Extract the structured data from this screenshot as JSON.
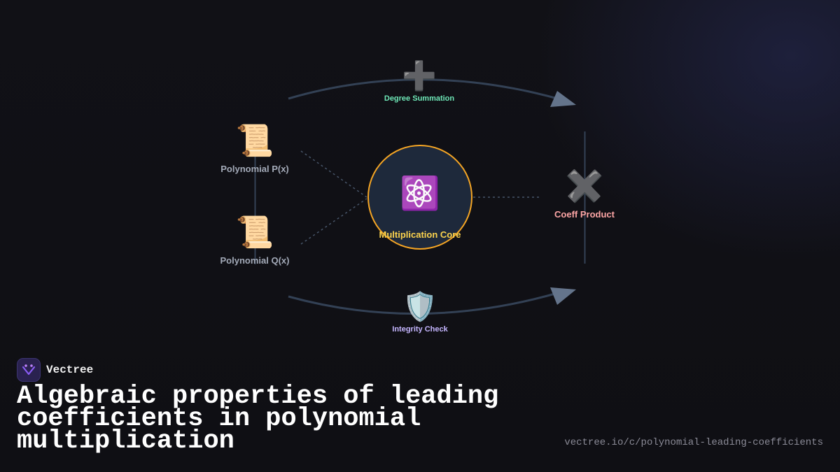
{
  "diagram": {
    "nodes": {
      "poly_p": {
        "icon": "scroll-icon",
        "glyph": "📜",
        "label": "Polynomial P(x)"
      },
      "poly_q": {
        "icon": "scroll-icon",
        "glyph": "📜",
        "label": "Polynomial Q(x)"
      },
      "core": {
        "icon": "atom-icon",
        "glyph": "⚛️",
        "label": "Multiplication Core"
      },
      "coeff": {
        "icon": "multiply-icon",
        "glyph": "✖️",
        "label": "Coeff Product"
      },
      "degree": {
        "icon": "plus-icon",
        "glyph": "➕",
        "label": "Degree Summation"
      },
      "integrity": {
        "icon": "shield-icon",
        "glyph": "🛡️",
        "label": "Integrity Check"
      }
    },
    "colors": {
      "poly_label": "#a3aab8",
      "core_border": "#f5a524",
      "core_fill": "#1e293b",
      "core_label": "#fcd34d",
      "coeff_label": "#fca5a5",
      "degree_label": "#6ee7b7",
      "integrity_label": "#c4b5fd",
      "arc_stroke": "#334155",
      "arrow_fill": "#64748b"
    }
  },
  "brand": {
    "name": "Vectree",
    "logo_icon": "vectree-logo-icon"
  },
  "title": "Algebraic properties of leading coefficients in polynomial multiplication",
  "url": "vectree.io/c/polynomial-leading-coefficients"
}
